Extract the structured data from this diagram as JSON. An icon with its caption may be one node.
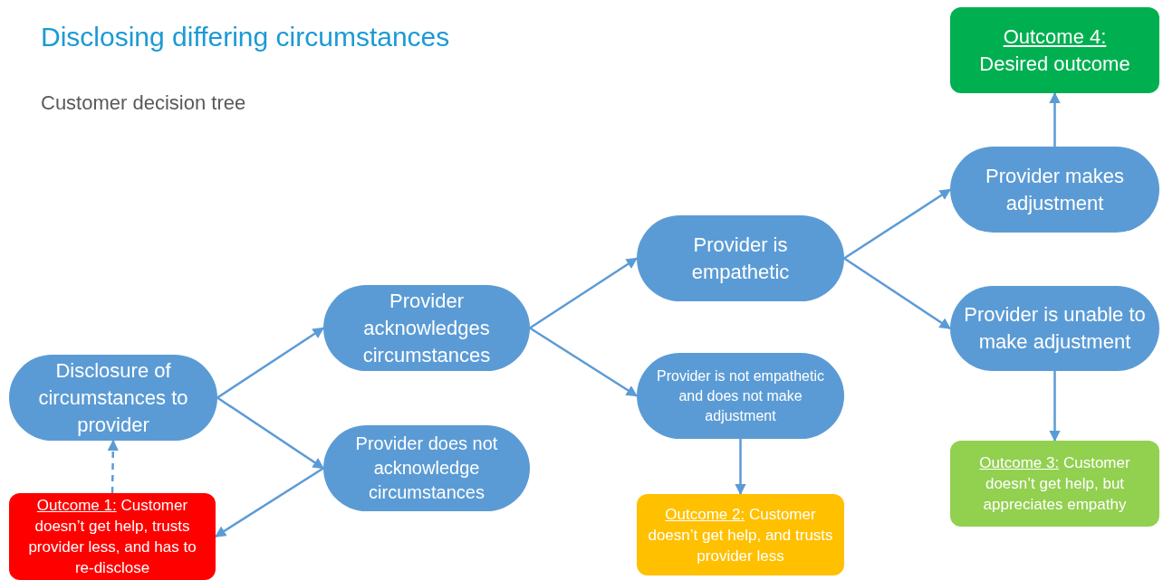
{
  "diagram": {
    "title": "Disclosing differing circumstances",
    "nodes": [
      {
        "text": [
          "Disclosure of circumstances to provider"
        ]
      },
      {
        "text": [
          "Provider acknowledges circumstances"
        ]
      },
      {
        "text": [
          "Provider does not acknowledge circumstances"
        ]
      },
      {
        "text": [
          "Outcome 1:",
          "Customer doesn’t get help, trusts provider less, and has to re-disclose"
        ]
      },
      {
        "text": [
          "Provider is empathetic"
        ]
      },
      {
        "text": [
          "Provider is not empathetic and does not make adjustment"
        ]
      },
      {
        "text": [
          "Outcome 2:",
          "Customer doesn’t get help, and trusts provider less"
        ]
      },
      {
        "text": [
          "Provider makes adjustment"
        ]
      },
      {
        "text": [
          "Provider is unable to make adjustment"
        ]
      },
      {
        "text": [
          "Outcome 4:",
          "Desired outcome"
        ]
      },
      {
        "text": [
          "Outcome 3:",
          "Customer doesn’t get help, but appreciates empathy"
        ]
      }
    ],
    "edges": [
      {
        "from": 0,
        "to": 1,
        "arrow": "to"
      },
      {
        "from": 0,
        "to": 2,
        "arrow": "to"
      },
      {
        "from": 2,
        "to": 3,
        "arrow": "to"
      },
      {
        "from": 3,
        "to": 0,
        "arrow": "to",
        "style": "dashed"
      },
      {
        "from": 1,
        "to": 4,
        "arrow": "to"
      },
      {
        "from": 1,
        "to": 5,
        "arrow": "to"
      },
      {
        "from": 5,
        "to": 6,
        "arrow": "to"
      },
      {
        "from": 4,
        "to": 7,
        "arrow": "to"
      },
      {
        "from": 4,
        "to": 8,
        "arrow": "to"
      },
      {
        "from": 7,
        "to": 9,
        "arrow": "to"
      },
      {
        "from": 8,
        "to": 10,
        "arrow": "to"
      }
    ],
    "labels": [
      "Customer decision tree"
    ]
  }
}
